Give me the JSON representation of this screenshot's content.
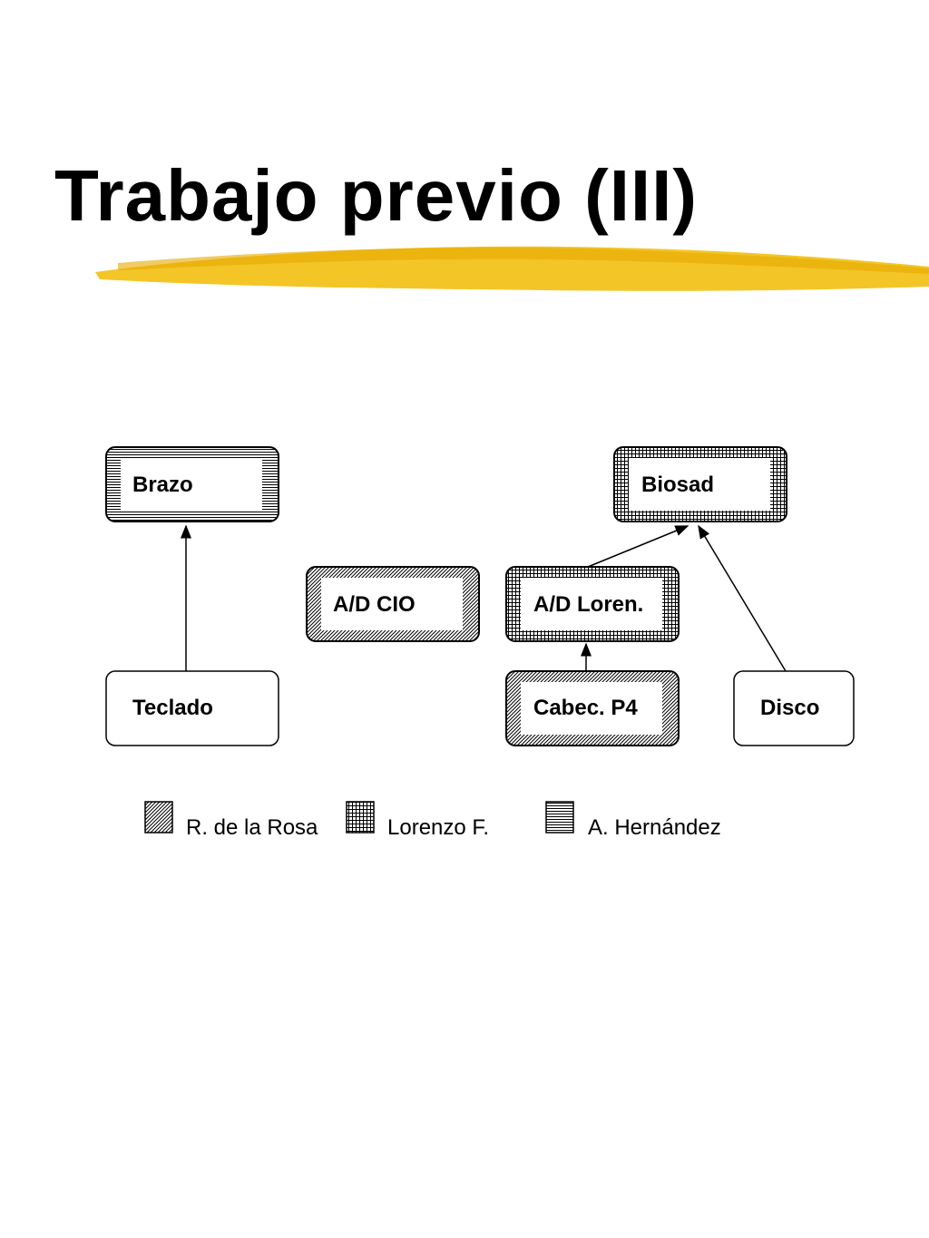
{
  "slide": {
    "title": "Trabajo previo (III)",
    "accent_color": "#f2c21b"
  },
  "pattern_colors": {
    "ink": "#000000",
    "paper": "#ffffff"
  },
  "nodes": [
    {
      "id": "brazo",
      "label": "Brazo",
      "owner": "hernandez"
    },
    {
      "id": "biosad",
      "label": "Biosad",
      "owner": "lorenzo"
    },
    {
      "id": "adcio",
      "label": "A/D CIO",
      "owner": "rosa"
    },
    {
      "id": "adloren",
      "label": "A/D Loren.",
      "owner": "lorenzo"
    },
    {
      "id": "teclado",
      "label": "Teclado",
      "owner": "none"
    },
    {
      "id": "cabec",
      "label": "Cabec. P4",
      "owner": "rosa"
    },
    {
      "id": "disco",
      "label": "Disco",
      "owner": "none"
    }
  ],
  "edges": [
    {
      "from": "teclado",
      "to": "brazo"
    },
    {
      "from": "adloren",
      "to": "biosad"
    },
    {
      "from": "cabec",
      "to": "adloren"
    },
    {
      "from": "disco",
      "to": "biosad"
    }
  ],
  "legend": [
    {
      "pattern": "diagonal-hatch",
      "label": "R. de la Rosa"
    },
    {
      "pattern": "grid-hatch",
      "label": "Lorenzo F."
    },
    {
      "pattern": "horizontal-hatch",
      "label": "A. Hernández"
    }
  ]
}
